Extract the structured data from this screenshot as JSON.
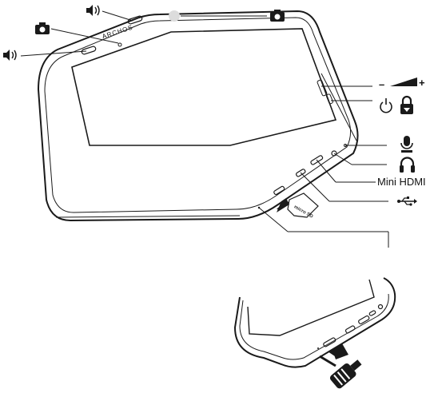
{
  "brand": "ARCHOS",
  "labels": {
    "mini_hdmi": "Mini HDMI",
    "volume_minus": "–",
    "volume_plus": "+"
  },
  "sd_card": {
    "text": "micro SD"
  },
  "icons": {
    "speaker_top": "speaker-icon",
    "speaker_left": "speaker-icon",
    "front_camera": "camera-icon",
    "rear_camera": "camera-icon",
    "volume_ramp": "volume-ramp-icon",
    "power": "power-icon",
    "lock": "lock-icon",
    "microphone": "microphone-icon",
    "headphones": "headphones-icon",
    "usb": "usb-icon"
  },
  "colors": {
    "line": "#1a1a1a",
    "sd_card": "#333333",
    "camera_dot": "#dcdcdc"
  }
}
